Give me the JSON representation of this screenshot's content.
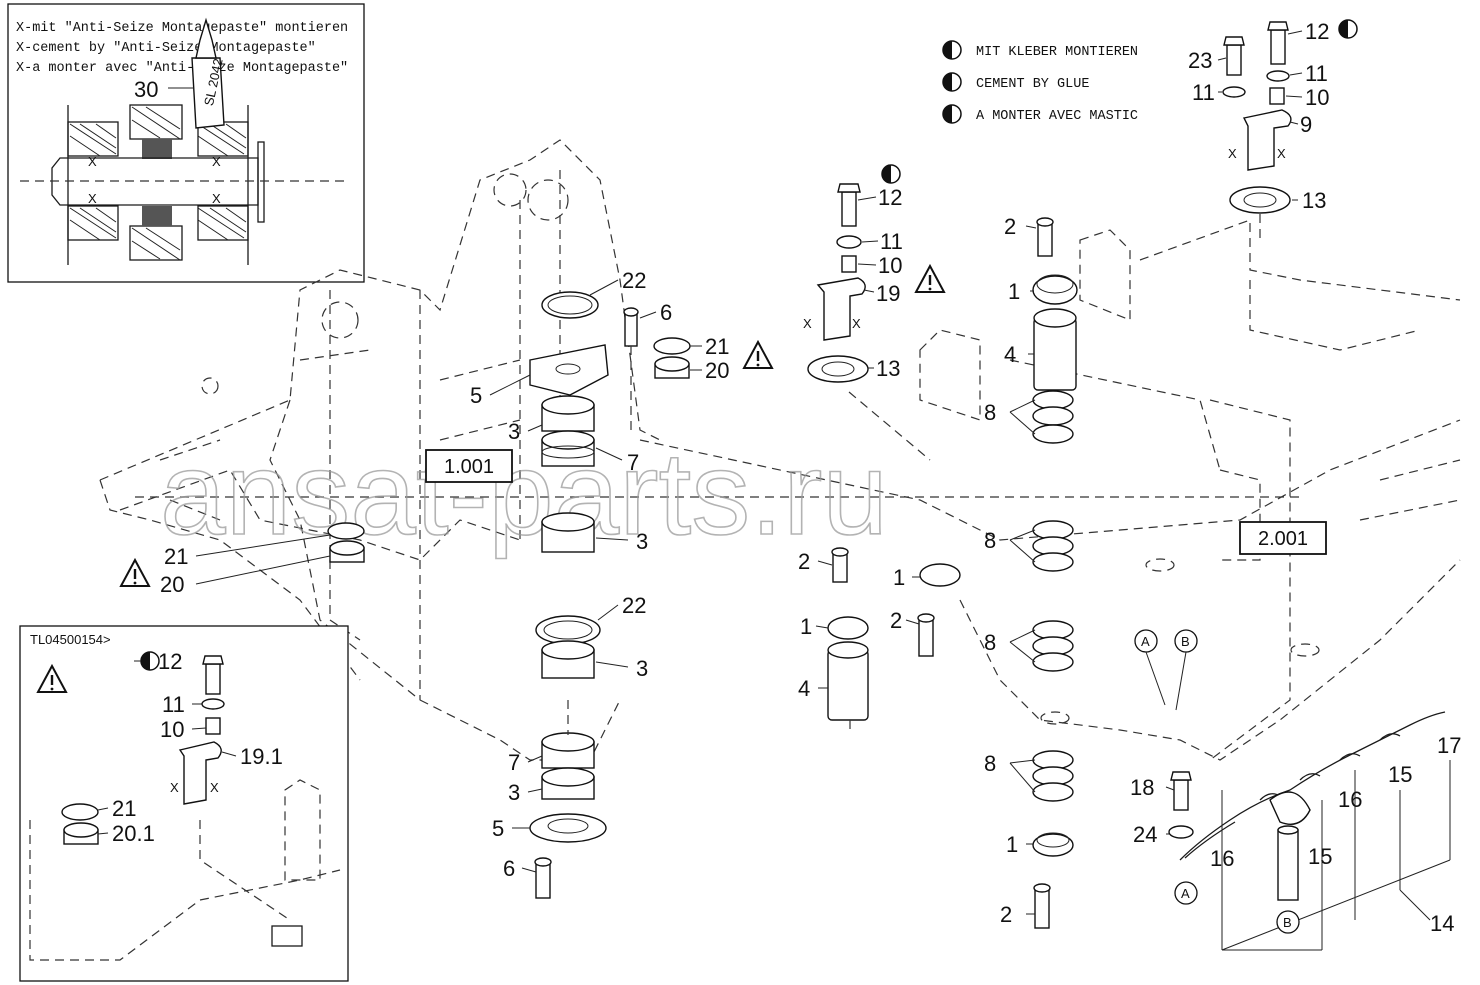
{
  "instructions_box": {
    "lines": [
      "X-mit \"Anti-Seize Montagepaste\" montieren",
      "X-cement by \"Anti-Seize Montagepaste\"",
      "X-a monter avec \"Anti-Seize Montagepaste\""
    ]
  },
  "glue_legend": {
    "tube_label": "SL 2042",
    "lines": [
      "MIT KLEBER MONTIEREN",
      "CEMENT BY GLUE",
      "A MONTER AVEC MASTIC"
    ]
  },
  "reference_boxes": [
    "1.001",
    "2.001"
  ],
  "inset": {
    "title": "TL04500154>"
  },
  "watermark": "ansat-parts.ru",
  "callout_letters": [
    "A",
    "B"
  ],
  "cross_mark": "X",
  "part_labels": {
    "p1": "1",
    "p2": "2",
    "p3": "3",
    "p4": "4",
    "p5": "5",
    "p6": "6",
    "p7": "7",
    "p8": "8",
    "p9": "9",
    "p10": "10",
    "p11": "11",
    "p12": "12",
    "p13": "13",
    "p14": "14",
    "p15": "15",
    "p16": "16",
    "p17": "17",
    "p18": "18",
    "p19": "19",
    "p19_1": "19.1",
    "p20": "20",
    "p20_1": "20.1",
    "p21": "21",
    "p22": "22",
    "p23": "23",
    "p24": "24",
    "p30": "30"
  }
}
